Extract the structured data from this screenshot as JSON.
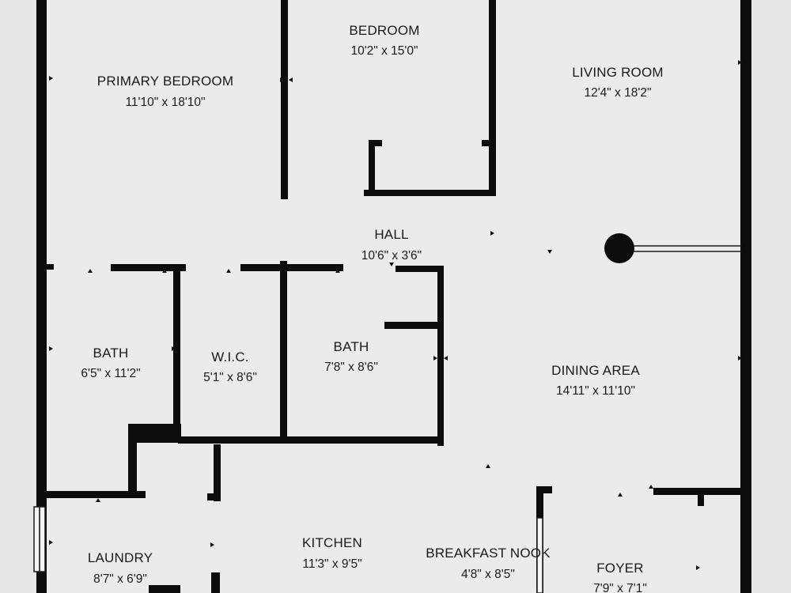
{
  "rooms": {
    "primary_bedroom": {
      "name": "PRIMARY BEDROOM",
      "dims": "11'10\" x 18'10\""
    },
    "bedroom": {
      "name": "BEDROOM",
      "dims": "10'2\" x 15'0\""
    },
    "living_room": {
      "name": "LIVING ROOM",
      "dims": "12'4\" x 18'2\""
    },
    "hall": {
      "name": "HALL",
      "dims": "10'6\" x 3'6\""
    },
    "bath_left": {
      "name": "BATH",
      "dims": "6'5\" x 11'2\""
    },
    "wic": {
      "name": "W.I.C.",
      "dims": "5'1\" x 8'6\""
    },
    "bath_center": {
      "name": "BATH",
      "dims": "7'8\" x 8'6\""
    },
    "dining_area": {
      "name": "DINING AREA",
      "dims": "14'11\" x 11'10\""
    },
    "laundry": {
      "name": "LAUNDRY",
      "dims": "8'7\" x 6'9\""
    },
    "kitchen": {
      "name": "KITCHEN",
      "dims": "11'3\" x 9'5\""
    },
    "breakfast_nook": {
      "name": "BREAKFAST NOOK",
      "dims": "4'8\" x 8'5\""
    },
    "foyer": {
      "name": "FOYER",
      "dims": "7'9\" x 7'1\""
    }
  },
  "colors": {
    "background": "#e6e6e4",
    "wall": "#0d0d0d",
    "text": "#1a1a1a"
  }
}
